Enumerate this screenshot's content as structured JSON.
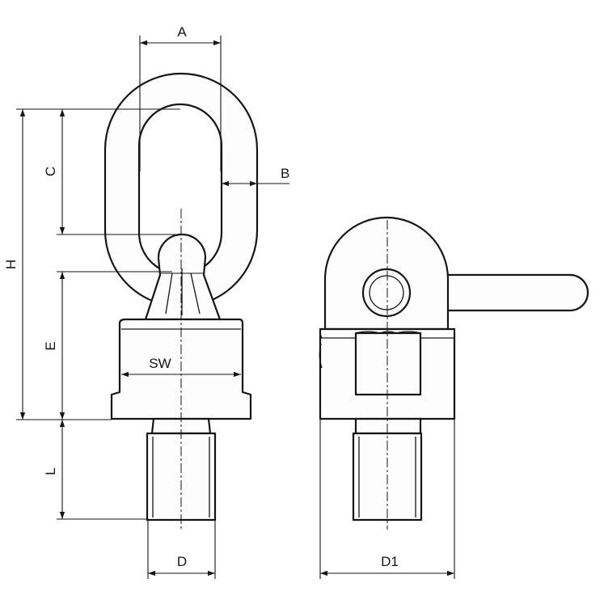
{
  "labels": {
    "a": "A",
    "b": "B",
    "c": "C",
    "h": "H",
    "e": "E",
    "sw": "SW",
    "l": "L",
    "d": "D",
    "d1": "D1"
  },
  "colors": {
    "line": "#151515",
    "background": "#ffffff"
  }
}
